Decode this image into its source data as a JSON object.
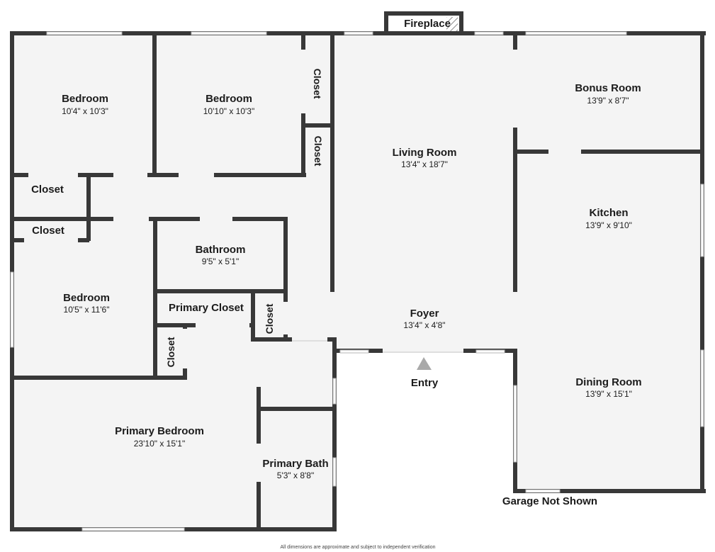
{
  "rooms": {
    "bedroom_1": {
      "name": "Bedroom",
      "dims": "10'4\" x 10'3\""
    },
    "bedroom_2": {
      "name": "Bedroom",
      "dims": "10'10\" x 10'3\""
    },
    "bedroom_3": {
      "name": "Bedroom",
      "dims": "10'5\" x 11'6\""
    },
    "living_room": {
      "name": "Living Room",
      "dims": "13'4\" x 18'7\""
    },
    "bonus_room": {
      "name": "Bonus Room",
      "dims": "13'9\" x 8'7\""
    },
    "kitchen": {
      "name": "Kitchen",
      "dims": "13'9\" x 9'10\""
    },
    "bathroom": {
      "name": "Bathroom",
      "dims": "9'5\" x 5'1\""
    },
    "foyer": {
      "name": "Foyer",
      "dims": "13'4\" x 4'8\""
    },
    "dining_room": {
      "name": "Dining Room",
      "dims": "13'9\" x 15'1\""
    },
    "primary_bedroom": {
      "name": "Primary Bedroom",
      "dims": "23'10\" x 15'1\""
    },
    "primary_bath": {
      "name": "Primary Bath",
      "dims": "5'3\" x 8'8\""
    }
  },
  "labels": {
    "fireplace": "Fireplace",
    "closet": "Closet",
    "primary_closet": "Primary Closet",
    "entry": "Entry",
    "garage_note": "Garage Not Shown",
    "disclaimer": "All dimensions are approximate and subject to independent verification"
  },
  "colors": {
    "floor": "#f4f4f4",
    "wall": "#383838",
    "window_outline": "#b5b5b5",
    "entry_marker": "#a9a9a9"
  }
}
